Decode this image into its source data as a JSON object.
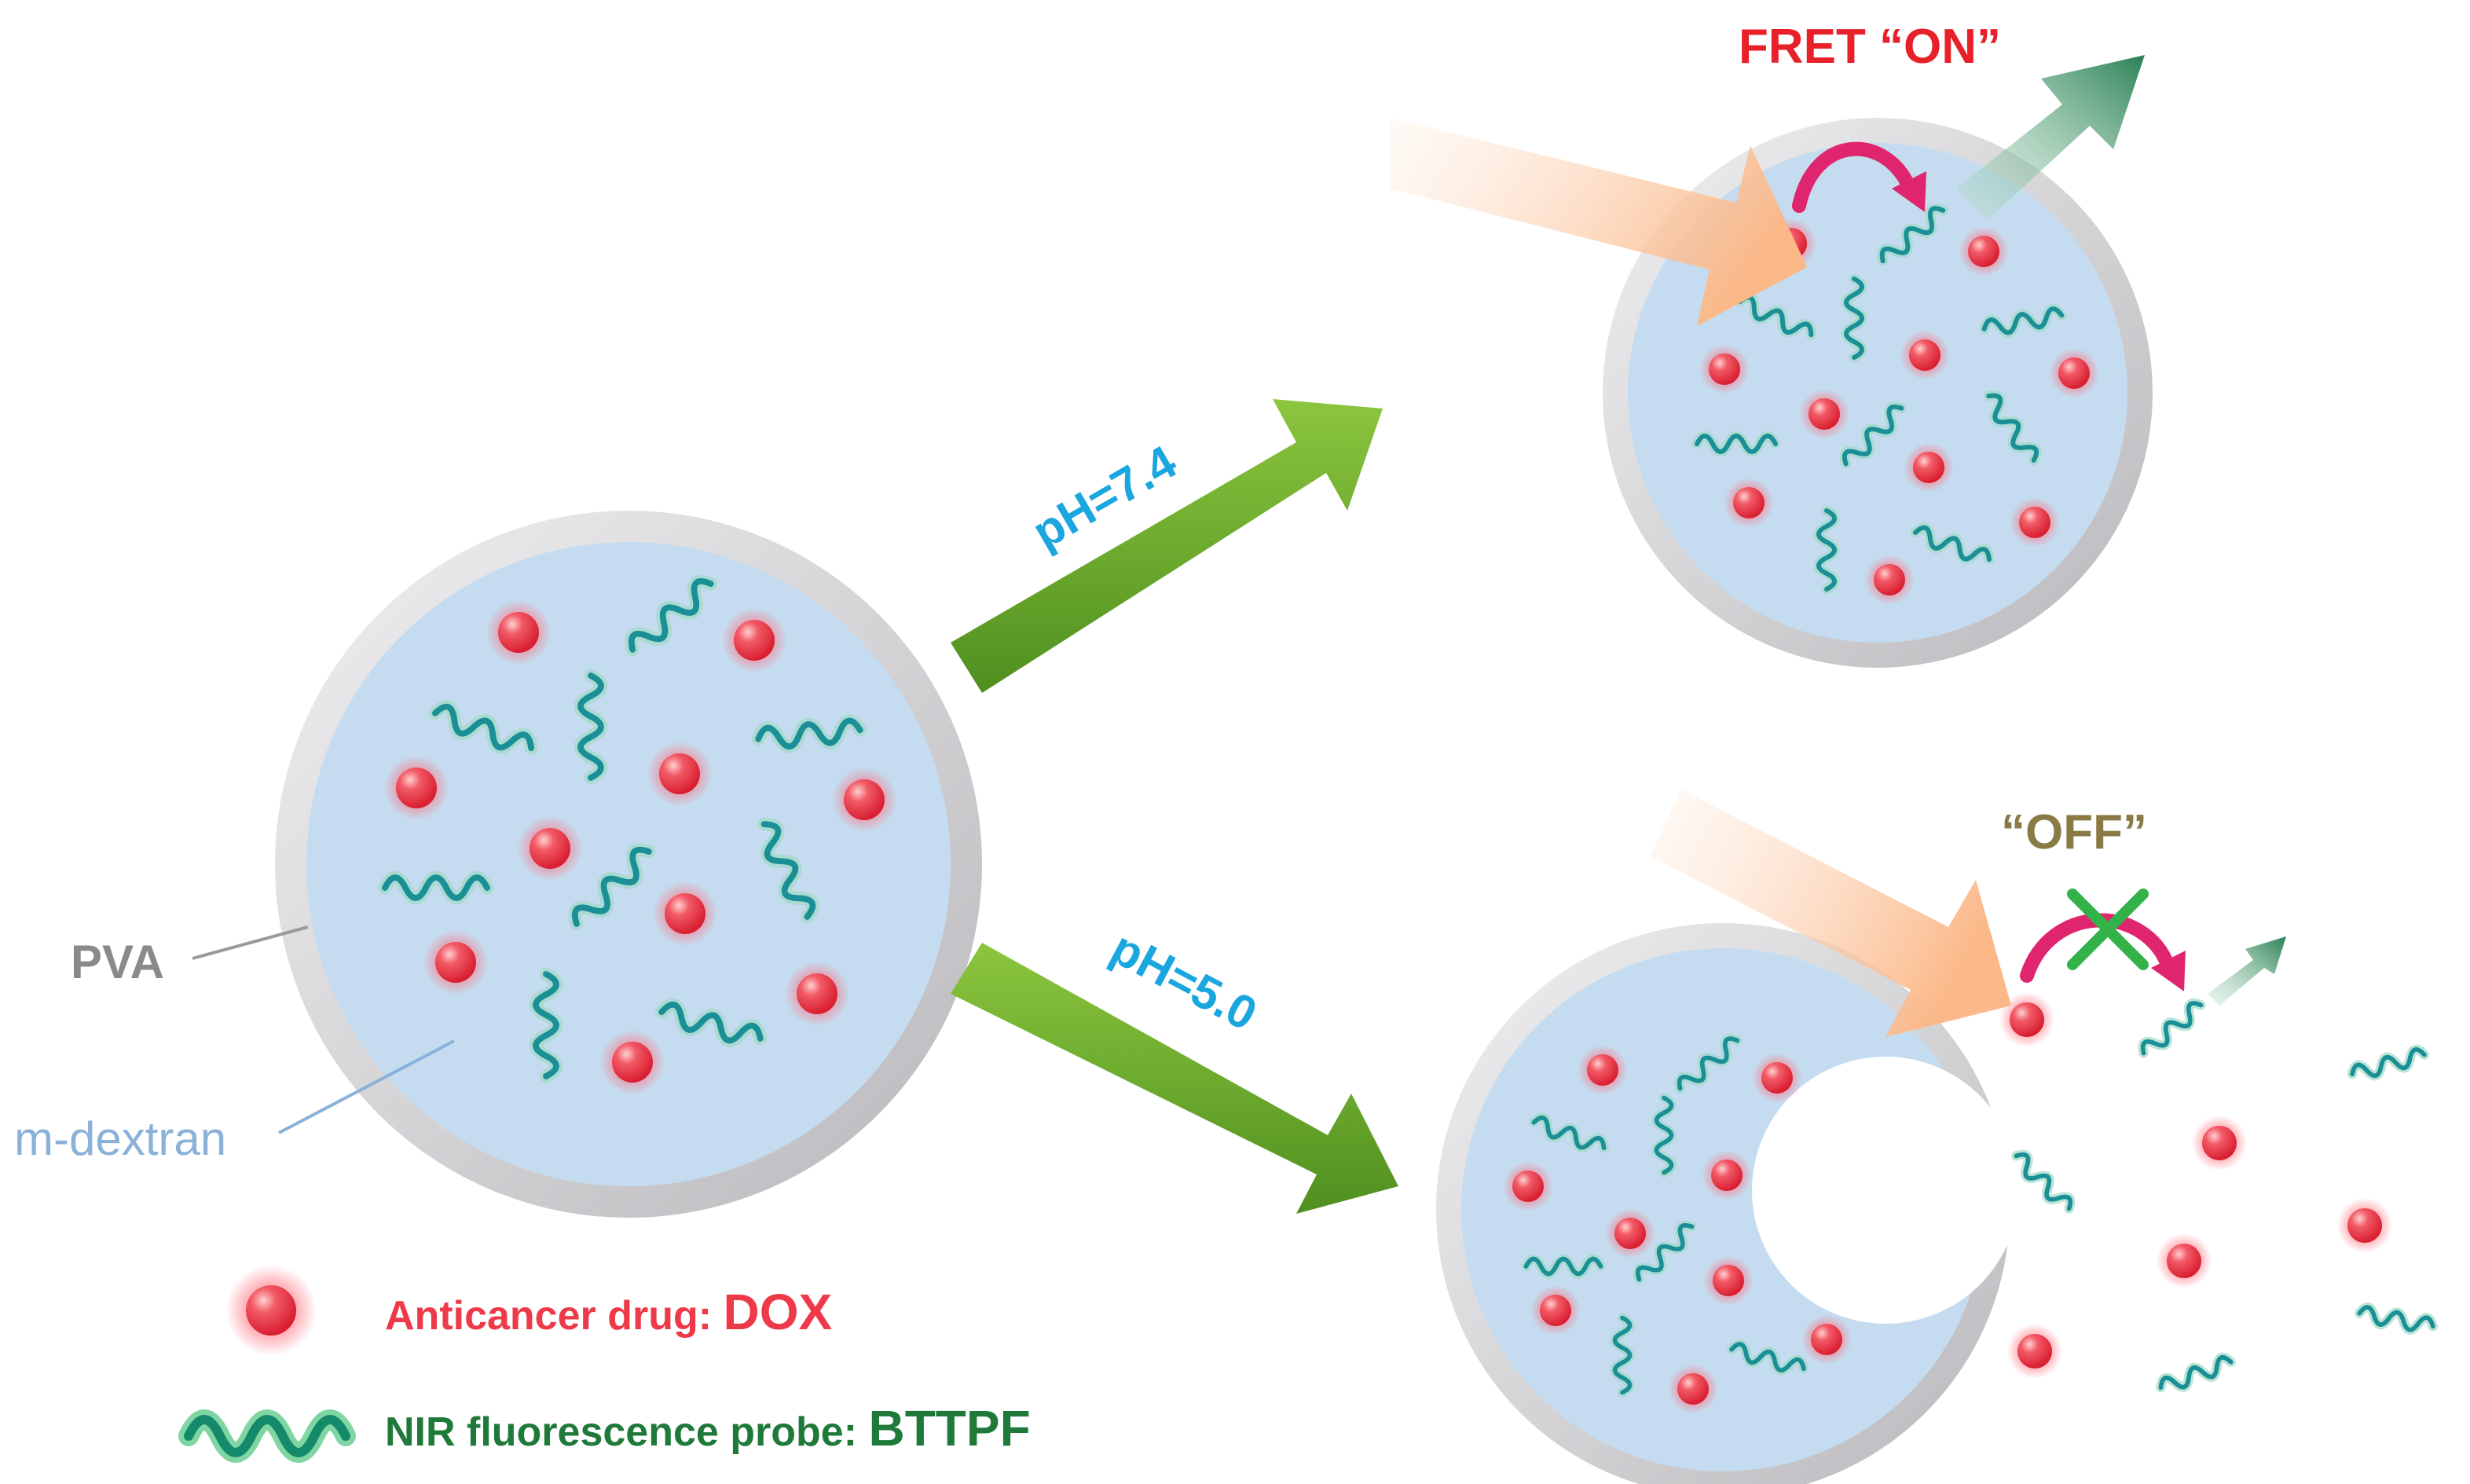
{
  "labels": {
    "fret_on": "FRET “ON”",
    "off": "“OFF”",
    "ph_neutral": "pH=7.4",
    "ph_acidic": "pH=5.0",
    "shell": "PVA",
    "core": "m-dextran"
  },
  "legend": {
    "drug_prefix": "Anticancer drug: ",
    "drug_name": "DOX",
    "probe_prefix": "NIR fluorescence probe: ",
    "probe_name": "BTTPF"
  },
  "colors": {
    "shell": "#d6d6d8",
    "core": "#c5dcf0",
    "drug": "#ee3a48",
    "probe": "#1a9a9a",
    "arrow_green": "#6aa92a",
    "fret_arrow": "#e0256f",
    "excitation": "#fbc9a4",
    "emission": "#2f8a5e",
    "fret_text": "#e8202a",
    "off_text": "#8a7a45",
    "ph_text": "#1aa6de",
    "pva_text": "#8a8a8a",
    "dextran_text": "#8ab2d8",
    "drug_legend": "#ee3a48",
    "probe_legend": "#1f7a3a",
    "cross": "#33b24a"
  }
}
